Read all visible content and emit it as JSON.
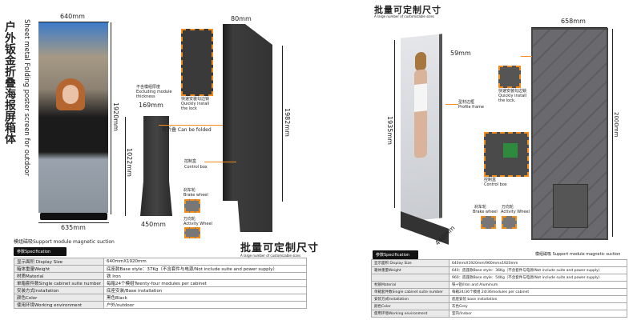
{
  "left": {
    "width_top": "640mm",
    "width_bottom": "635mm",
    "height_photo": "1920mm",
    "vertical_title_cn": "户外钣金折叠海报屏箱体",
    "vertical_title_en": "Sheet metal Folding poster screen for outdoor",
    "thickness_cn": "不含模组厚度",
    "thickness_en": "Excluding module thickness",
    "depth": "169mm",
    "fold_height": "1022mm",
    "base_width": "450mm",
    "foldable": "可折叠  Can be folded",
    "top_depth": "80mm",
    "total_height": "1982mm",
    "lock_cn": "快速安装勾边锁",
    "lock_en1": "Quickly install",
    "lock_en2": "the lock",
    "control_cn": "控制盒",
    "control_en": "Control box",
    "brake_cn": "刹车轮",
    "brake_en": "Brake wheel",
    "activity_cn": "万向轮",
    "activity_en": "Activity Wheel",
    "magnetic": "模组磁吸Support module magnetic suction",
    "custom_cn": "批量可定制尺寸",
    "custom_en": "A large number of customizable sizes",
    "spec_label": "参数Specification",
    "spec": [
      [
        "显示面积 Display Size",
        "640mmX1920mm"
      ],
      [
        "箱体重量Weight",
        "底座款Base style：37Kg（不含套件与电源/Not include suite and power supply）"
      ],
      [
        "材质Material",
        "铁 Iron"
      ],
      [
        "单箱套件数Single cabinet suite number",
        "每箱24个模组Twenty-four modules per cabinet"
      ],
      [
        "安装方式Installation",
        "底座安装/Base installation"
      ],
      [
        "颜色Color",
        "黑色Black"
      ],
      [
        "使用环境Working environment",
        "户外/outdoor"
      ]
    ]
  },
  "right": {
    "custom_cn": "批量可定制尺寸",
    "custom_en": "A large number of customizable sizes",
    "frame_depth": "59mm",
    "profile_cn": "型材边框",
    "profile_en": "Profile frame",
    "height": "1935mm",
    "base_depth": "440mm",
    "width": "658mm",
    "total_height": "2000mm",
    "lock_cn": "快速安装勾边锁",
    "lock_en1": "Quickly install",
    "lock_en2": "the lock.",
    "control_cn": "控制盒",
    "control_en": "Control box",
    "brake_cn": "刹车轮",
    "brake_en": "Brake wheel",
    "activity_cn": "万向轮",
    "activity_en": "Activity Wheel",
    "magnetic": "模组磁吸 Support module magnetic suction",
    "spec_label": "参数Specification",
    "spec": [
      [
        "显示面积 Display Size",
        "640mmX1920mm/960mmx1920mm"
      ],
      [
        "箱体重量Weight",
        "640：底座款Base style：36Kg（不含套件与电源/Not include suite and power supply）"
      ],
      [
        "",
        "960：底座款Base style：54Kg（不含套件与电源/Not include suite and power supply）"
      ],
      [
        "材质Material",
        "铁+铝/Iron and Aluminum"
      ],
      [
        "单箱套件数Single cabinet suite number",
        "每箱24/36个模组 24/36modules per cabinet"
      ],
      [
        "安装方式Installation",
        "底座安装  base installation"
      ],
      [
        "颜色Color",
        "灰色Grey"
      ],
      [
        "使用环境Working environment",
        "室内/Indoor"
      ]
    ]
  }
}
